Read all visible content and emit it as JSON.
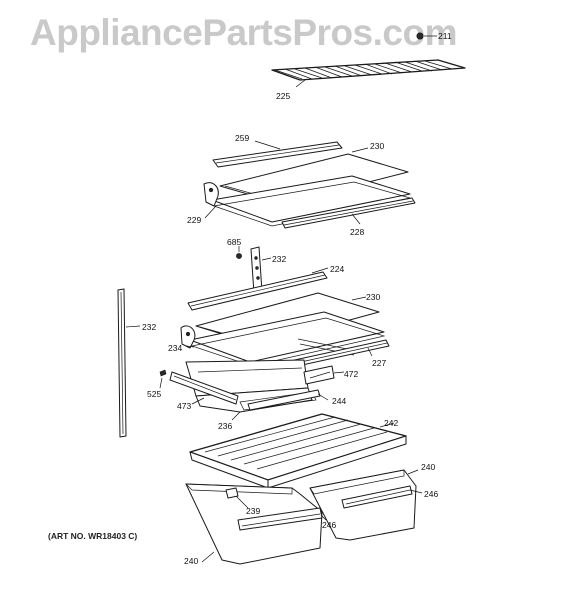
{
  "watermark": "AppliancePartsPros.com",
  "art_number": "(ART NO. WR18403 C)",
  "callouts": {
    "c211": "211",
    "c225": "225",
    "c259": "259",
    "c230a": "230",
    "c229": "229",
    "c228": "228",
    "c685": "685",
    "c232a": "232",
    "c224": "224",
    "c232b": "232",
    "c230b": "230",
    "c234": "234",
    "c227": "227",
    "c472": "472",
    "c525": "525",
    "c244": "244",
    "c473": "473",
    "c236": "236",
    "c242": "242",
    "c240a": "240",
    "c246a": "246",
    "c239": "239",
    "c246b": "246",
    "c240b": "240"
  }
}
